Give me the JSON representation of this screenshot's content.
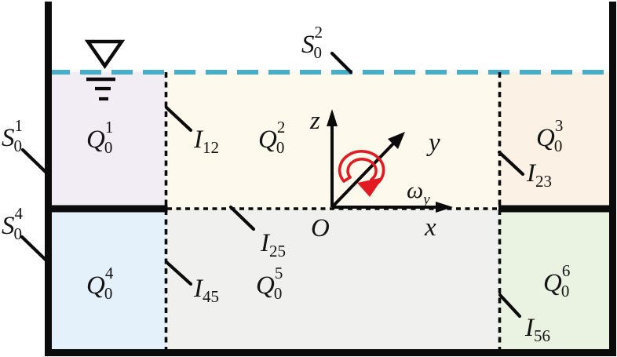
{
  "figure": {
    "type": "schematic-diagram",
    "description": "Rectangular liquid tank divided into six fluid subdomains with free surface, interfaces and rotating coordinate frame",
    "colors": {
      "free_surface": "#45AECB",
      "rotation": "#E21A22",
      "ink": "#0B0B0B",
      "regions": {
        "q1": "#F2ECF5",
        "q2": "#FDF9EC",
        "q3": "#FBF1E5",
        "q4": "#E4F1FB",
        "q5": "#F0F0EF",
        "q6": "#EAF2E2"
      }
    },
    "regions": [
      {
        "base": "Q",
        "sup": "1",
        "sub": "0"
      },
      {
        "base": "Q",
        "sup": "2",
        "sub": "0"
      },
      {
        "base": "Q",
        "sup": "3",
        "sub": "0"
      },
      {
        "base": "Q",
        "sup": "4",
        "sub": "0"
      },
      {
        "base": "Q",
        "sup": "5",
        "sub": "0"
      },
      {
        "base": "Q",
        "sup": "6",
        "sub": "0"
      }
    ],
    "surfaces": [
      {
        "base": "S",
        "sup": "1",
        "sub": "0"
      },
      {
        "base": "S",
        "sup": "2",
        "sub": "0"
      },
      {
        "base": "S",
        "sup": "4",
        "sub": "0"
      }
    ],
    "interfaces": [
      {
        "base": "I",
        "sub": "12"
      },
      {
        "base": "I",
        "sub": "23"
      },
      {
        "base": "I",
        "sub": "25"
      },
      {
        "base": "I",
        "sub": "45"
      },
      {
        "base": "I",
        "sub": "56"
      }
    ],
    "axes": {
      "x": "x",
      "y": "y",
      "z": "z",
      "origin": "O",
      "omega": {
        "base": "ω",
        "sub": "y"
      }
    }
  }
}
